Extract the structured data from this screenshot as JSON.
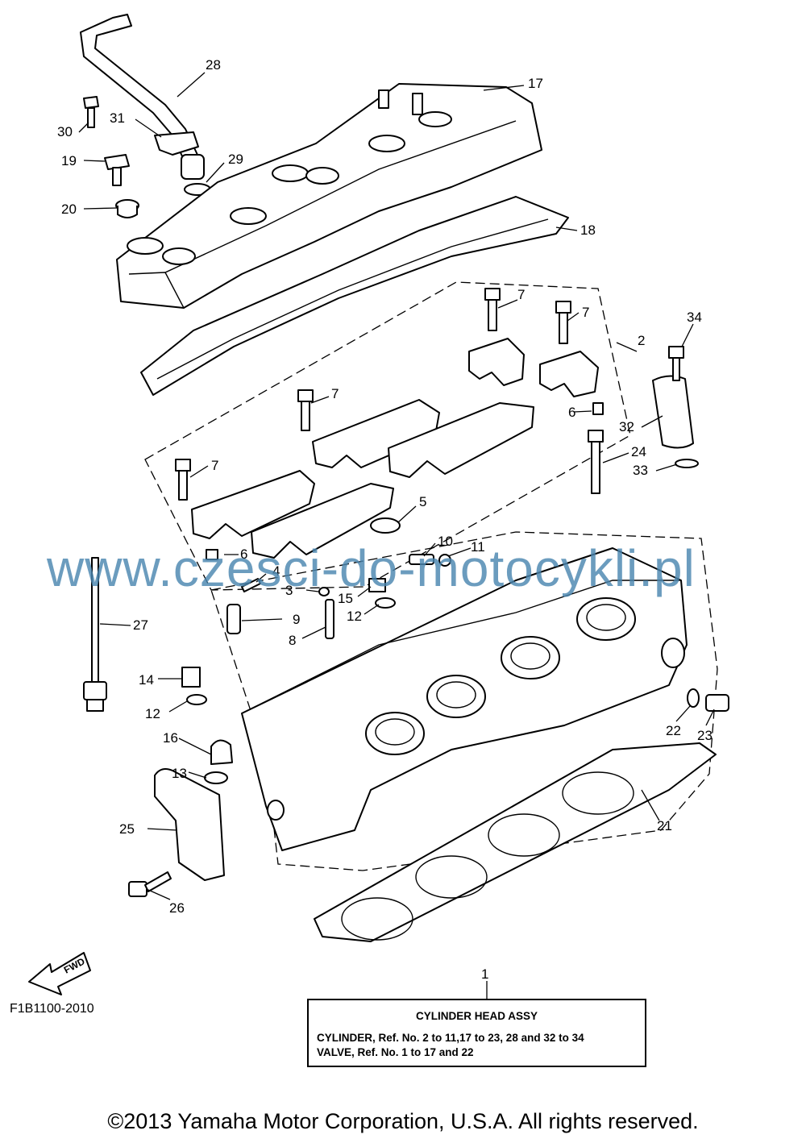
{
  "callouts": [
    "1",
    "2",
    "3",
    "4",
    "5",
    "6",
    "6",
    "7",
    "7",
    "7",
    "7",
    "8",
    "9",
    "10",
    "11",
    "12",
    "12",
    "13",
    "14",
    "15",
    "16",
    "17",
    "18",
    "19",
    "20",
    "21",
    "22",
    "23",
    "24",
    "25",
    "26",
    "27",
    "28",
    "29",
    "30",
    "31",
    "32",
    "33",
    "34"
  ],
  "fwd_label": "FWD",
  "diagram_code": "F1B1100-2010",
  "legend": {
    "title": "CYLINDER HEAD ASSY",
    "line1": "CYLINDER, Ref. No. 2 to 11,17 to 23, 28 and 32 to 34",
    "line2": "VALVE, Ref. No. 1 to 17 and 22"
  },
  "watermark": "www.czesci-do-motocykli.pl",
  "copyright": "©2013 Yamaha Motor Corporation, U.S.A. All rights reserved."
}
